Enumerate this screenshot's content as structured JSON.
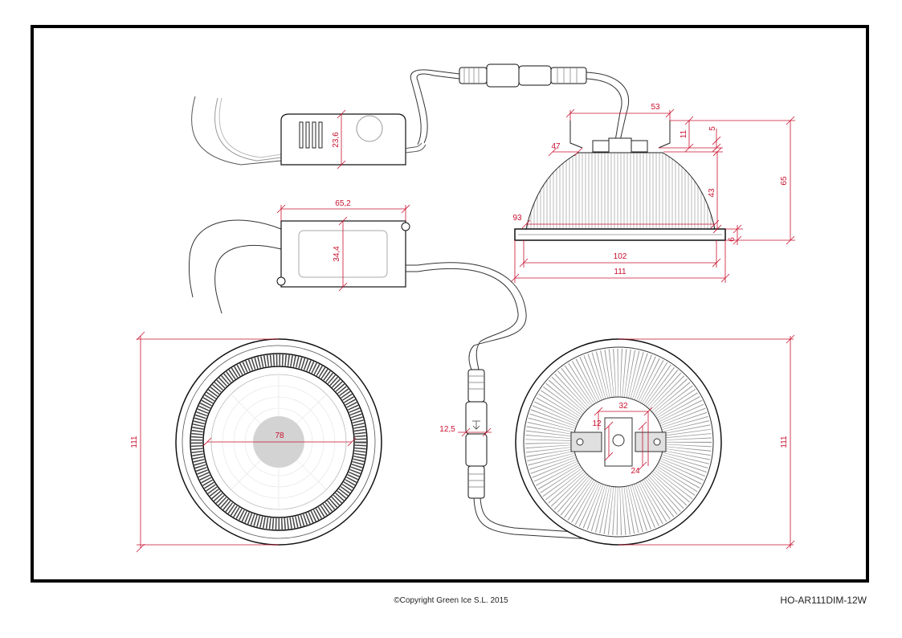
{
  "dimensions": {
    "ballast_top_height": "23,6",
    "driver_width": "65,2",
    "driver_height": "34,4",
    "clip_width": "53",
    "clip_height": "11",
    "clip_offset": "5",
    "neck_diameter": "47",
    "reflector_height": "43",
    "total_height": "65",
    "reflector_diameter": "93",
    "rim_thickness": "6",
    "lens_diameter": "102",
    "outer_diameter": "111",
    "front_inner_diameter": "78",
    "front_height": "111",
    "back_height": "111",
    "connector_width": "12,5",
    "terminal_spacing": "32",
    "terminal_width": "12",
    "terminal_height": "24"
  },
  "footer": {
    "copyright": "©Copyright Green Ice S.L. 2015",
    "model": "HO-AR111DIM-12W"
  }
}
